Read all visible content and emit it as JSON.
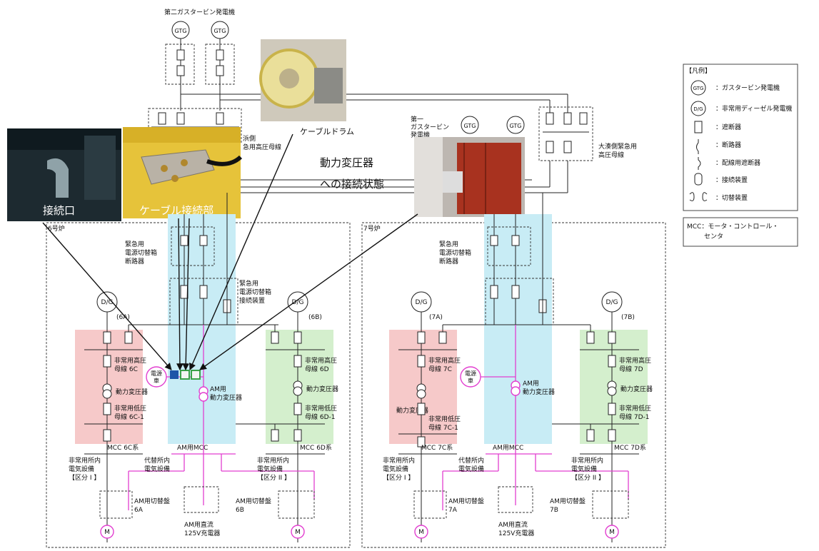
{
  "top": {
    "gtg2_label": "第二ガスタービン発電機",
    "gtg1_label_line1": "第一",
    "gtg1_label_line2": "ガスタービン",
    "gtg1_label_line3": "発電機",
    "gtg": "GTG",
    "hama_bus_line1": "浜側",
    "hama_bus_line2": "急用高圧母線",
    "ominato_bus_line1": "大湊側緊急用",
    "ominato_bus_line2": "高圧母線"
  },
  "photos": {
    "connection_port": "接続口",
    "cable_connection": "ケーブル接続部",
    "cable_drum": "ケーブルドラム",
    "transformer_line1": "動力変圧器",
    "transformer_line2": "への接続状態"
  },
  "unit6": {
    "title": "6号炉",
    "switch_breaker": [
      "緊急用",
      "電源切替箱",
      "断路器"
    ],
    "switch_connector": [
      "緊急用",
      "電源切替箱",
      "接続装置"
    ],
    "dg": "D/G",
    "dg_a": "(6A)",
    "dg_b": "(6B)",
    "bus_hv_a": [
      "非常用高圧",
      "母線 6C"
    ],
    "bus_hv_b": [
      "非常用高圧",
      "母線 6D"
    ],
    "trans_a": "動力変圧器",
    "trans_b": "動力変圧器",
    "bus_lv_a": [
      "非常用低圧",
      "母線 6C-1"
    ],
    "bus_lv_b": [
      "非常用低圧",
      "母線 6D-1"
    ],
    "mcc_a": "MCC 6C系",
    "mcc_b": "MCC 6D系",
    "am_mcc": "AM用MCC",
    "am_trans": [
      "AM用",
      "動力変圧器"
    ],
    "power_car": [
      "電源",
      "車"
    ],
    "equip_a": [
      "非常用所内",
      "電気設備",
      "【区分 I 】"
    ],
    "equip_alt": [
      "代替所内",
      "電気設備"
    ],
    "equip_b": [
      "非常用所内",
      "電気設備",
      "【区分 II 】"
    ],
    "am_switch_a": [
      "AM用切替盤",
      "6A"
    ],
    "am_switch_b": [
      "AM用切替盤",
      "6B"
    ],
    "am_dc": [
      "AM用直流",
      "125V充電器"
    ],
    "motor": "M"
  },
  "unit7": {
    "title": "7号炉",
    "switch_breaker": [
      "緊急用",
      "電源切替箱",
      "断路器"
    ],
    "dg": "D/G",
    "dg_a": "(7A)",
    "dg_b": "(7B)",
    "bus_hv_a": [
      "非常用高圧",
      "母線 7C"
    ],
    "bus_hv_b": [
      "非常用高圧",
      "母線 7D"
    ],
    "trans_a": "動力変圧器",
    "trans_b": "動力変圧器",
    "bus_lv_a": [
      "非常用低圧",
      "母線 7C-1"
    ],
    "bus_lv_b": [
      "非常用低圧",
      "母線 7D-1"
    ],
    "mcc_a": "MCC 7C系",
    "mcc_b": "MCC 7D系",
    "am_mcc": "AM用MCC",
    "am_trans": [
      "AM用",
      "動力変圧器"
    ],
    "power_car": [
      "電源",
      "車"
    ],
    "equip_a": [
      "非常用所内",
      "電気設備",
      "【区分 I 】"
    ],
    "equip_alt": [
      "代替所内",
      "電気設備"
    ],
    "equip_b": [
      "非常用所内",
      "電気設備",
      "【区分 II 】"
    ],
    "am_switch_a": [
      "AM用切替盤",
      "7A"
    ],
    "am_switch_b": [
      "AM用切替盤",
      "7B"
    ],
    "am_dc": [
      "AM用直流",
      "125V充電器"
    ],
    "motor": "M"
  },
  "legend": {
    "title": "【凡例】",
    "items": [
      {
        "symbol": "GTG",
        "text": "：ガスタービン発電機"
      },
      {
        "symbol": "D/G",
        "text": "：非常用ディーゼル発電機"
      },
      {
        "symbol": "",
        "text": "：遮断器"
      },
      {
        "symbol": "",
        "text": "：断路器"
      },
      {
        "symbol": "",
        "text": "：配線用遮断器"
      },
      {
        "symbol": "",
        "text": "：接続装置"
      },
      {
        "symbol": "",
        "text": "：切替装置"
      }
    ],
    "mcc_note_line1": "MCC：モータ・コントロール・",
    "mcc_note_line2": "センタ"
  },
  "colors": {
    "pink_zone": "#f6c9c9",
    "cyan_zone": "#c8ecf5",
    "green_zone": "#d4efcd",
    "am_line": "#e23fd0"
  }
}
